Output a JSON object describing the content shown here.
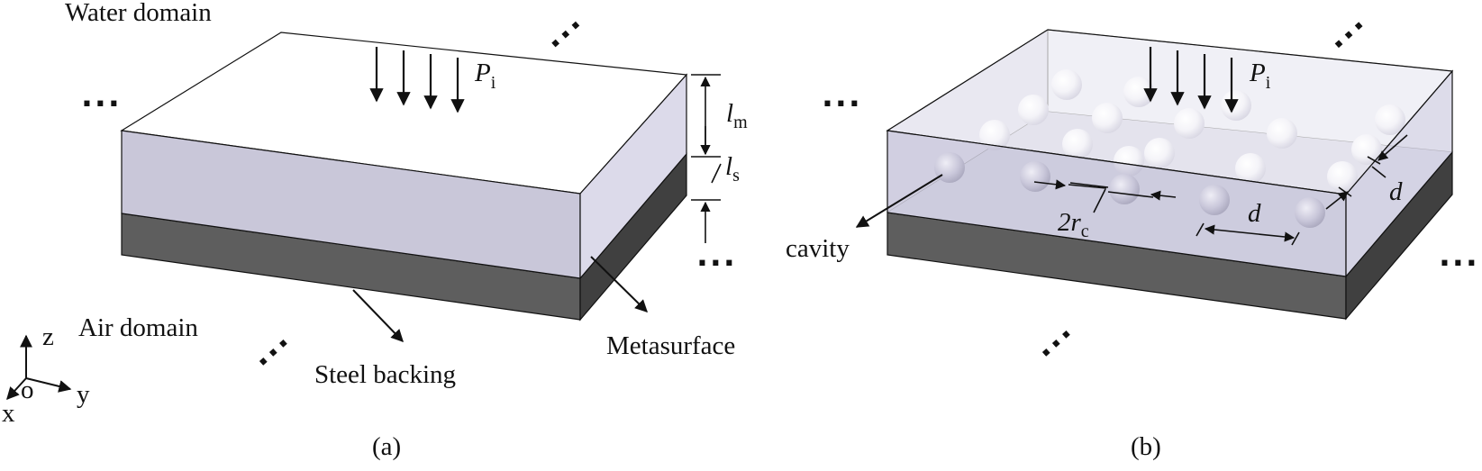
{
  "panel_a": {
    "caption": "(a)",
    "water_label": "Water domain",
    "air_label": "Air domain",
    "pressure": {
      "main": "P",
      "sub": "i"
    },
    "lm": {
      "main": "l",
      "sub": "m"
    },
    "ls": {
      "main": "l",
      "sub": "s"
    },
    "metasurface_label": "Metasurface",
    "steel_label": "Steel backing",
    "axes": {
      "z": "z",
      "y": "y",
      "x": "x",
      "o": "o"
    },
    "dots": "..."
  },
  "panel_b": {
    "caption": "(b)",
    "pressure": {
      "main": "P",
      "sub": "i"
    },
    "cavity_label": "cavity",
    "diameter": {
      "main": "2r",
      "sub": "c"
    },
    "spacing_label": "d",
    "spacing_label_2": "d",
    "dots": "..."
  },
  "colors": {
    "layer_front": "#c9c7d9",
    "layer_side": "#dcdaea",
    "layer_top": "#ffffff",
    "steel_front": "#5e5e5e",
    "steel_side": "#3f3f3f",
    "glass_front": "#cdcbdd",
    "sphere": "#e6e4ef",
    "line": "#111111"
  }
}
